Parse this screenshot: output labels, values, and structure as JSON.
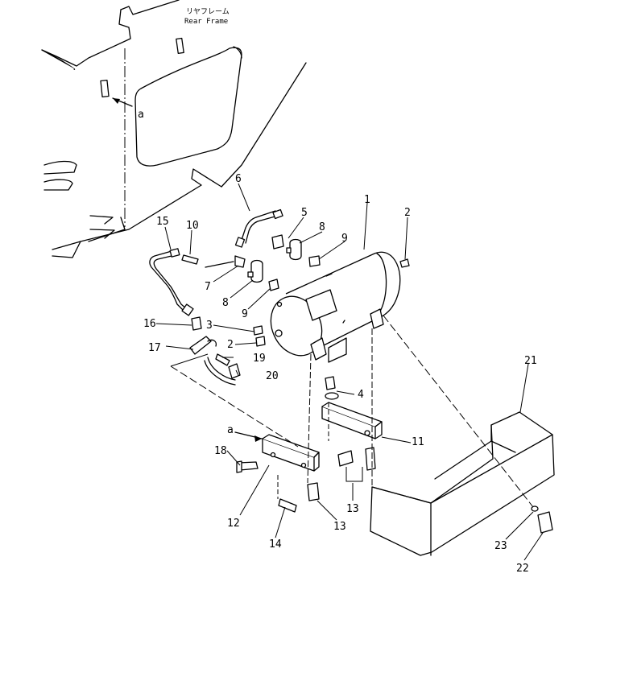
{
  "frame_label": {
    "jp": "リヤフレーム",
    "en": "Rear Frame"
  },
  "view_marker": "a",
  "callouts": [
    {
      "id": "c1",
      "text": "1"
    },
    {
      "id": "c2a",
      "text": "2"
    },
    {
      "id": "c2b",
      "text": "2"
    },
    {
      "id": "c3",
      "text": "3"
    },
    {
      "id": "c4",
      "text": "4"
    },
    {
      "id": "c5",
      "text": "5"
    },
    {
      "id": "c6",
      "text": "6"
    },
    {
      "id": "c7",
      "text": "7"
    },
    {
      "id": "c8a",
      "text": "8"
    },
    {
      "id": "c8b",
      "text": "8"
    },
    {
      "id": "c9a",
      "text": "9"
    },
    {
      "id": "c9b",
      "text": "9"
    },
    {
      "id": "c10",
      "text": "10"
    },
    {
      "id": "c11",
      "text": "11"
    },
    {
      "id": "c12",
      "text": "12"
    },
    {
      "id": "c13a",
      "text": "13"
    },
    {
      "id": "c13b",
      "text": "13"
    },
    {
      "id": "c14",
      "text": "14"
    },
    {
      "id": "c15",
      "text": "15"
    },
    {
      "id": "c16",
      "text": "16"
    },
    {
      "id": "c17",
      "text": "17"
    },
    {
      "id": "c18",
      "text": "18"
    },
    {
      "id": "c19",
      "text": "19"
    },
    {
      "id": "c20",
      "text": "20"
    },
    {
      "id": "c21",
      "text": "21"
    },
    {
      "id": "c22",
      "text": "22"
    },
    {
      "id": "c23",
      "text": "23"
    }
  ]
}
